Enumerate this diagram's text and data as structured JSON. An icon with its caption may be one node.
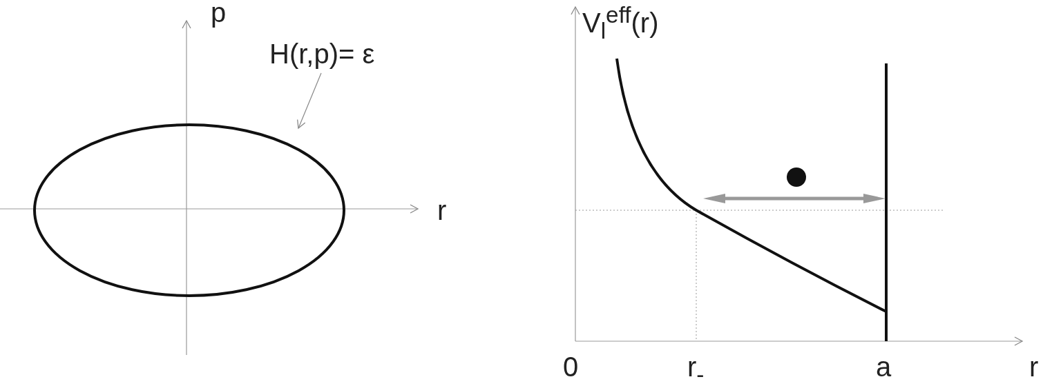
{
  "diagram": {
    "nodes": [
      {
        "text": [
          "H(r,p)= ε"
        ]
      },
      {
        "text": [],
        "shape": "ellipse"
      }
    ],
    "edges": [
      {
        "from": 0,
        "to": 1,
        "arrow": "to"
      }
    ],
    "labels": [
      "p",
      "r",
      "V$_{l}$$^{eff}$(r)",
      "0",
      "r$_{-}$",
      "a",
      "r"
    ]
  }
}
